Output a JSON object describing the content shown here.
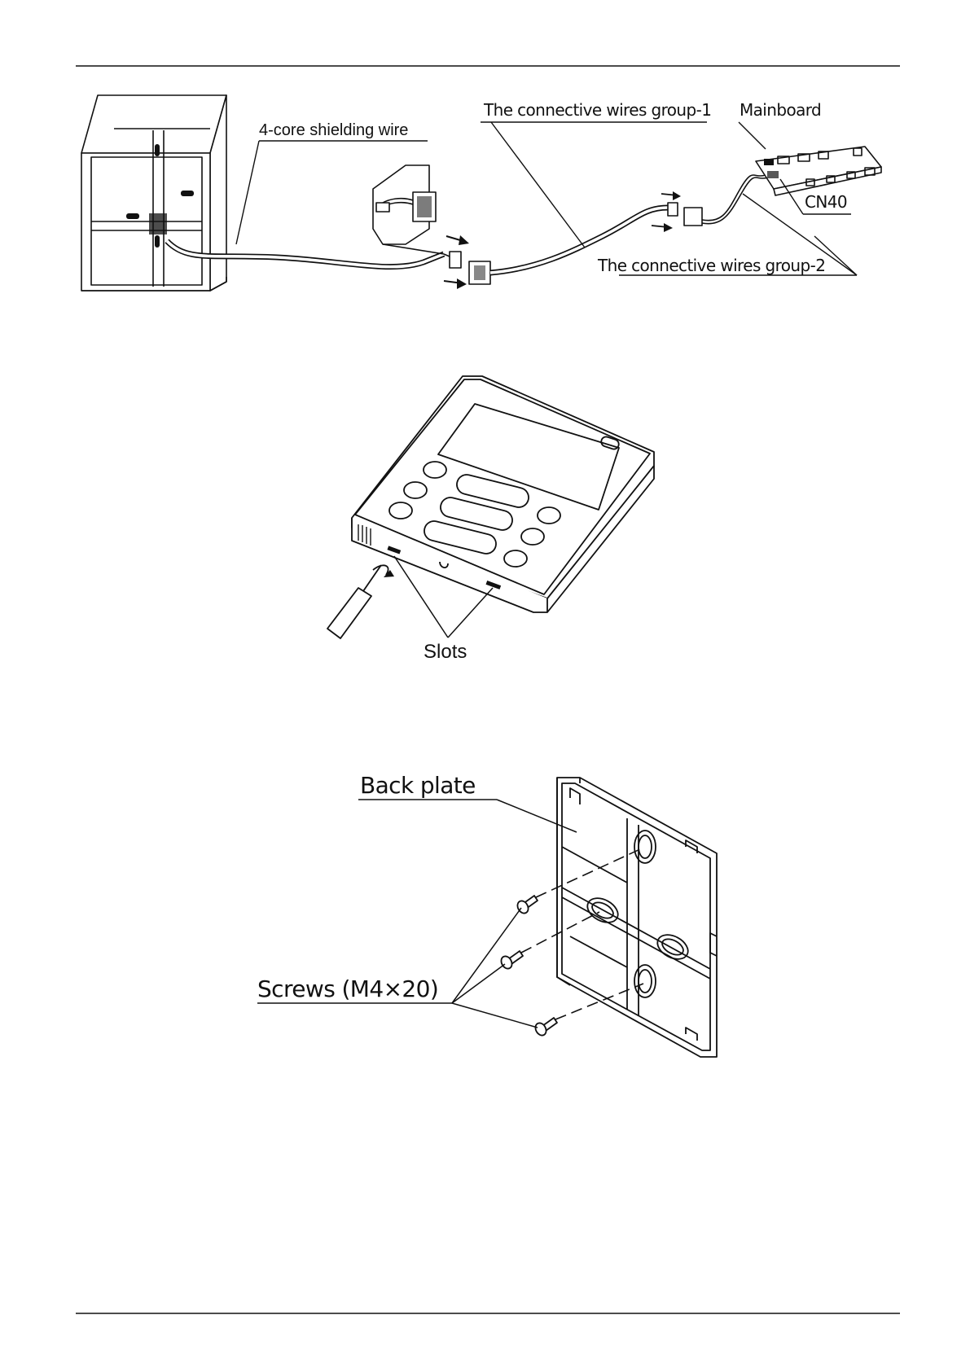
{
  "document": {
    "accent_color": "#111111",
    "background_color": "#ffffff"
  },
  "figure_wiring": {
    "label_shielding_wire": "4-core shielding wire",
    "label_group1": "The connective wires group-1",
    "label_mainboard": "Mainboard",
    "label_cn40": "CN40",
    "label_group2": "The connective wires group-2"
  },
  "figure_controller": {
    "label_slots": "Slots"
  },
  "figure_backplate": {
    "label_back_plate": "Back plate",
    "label_screws": "Screws (M4×20)"
  }
}
